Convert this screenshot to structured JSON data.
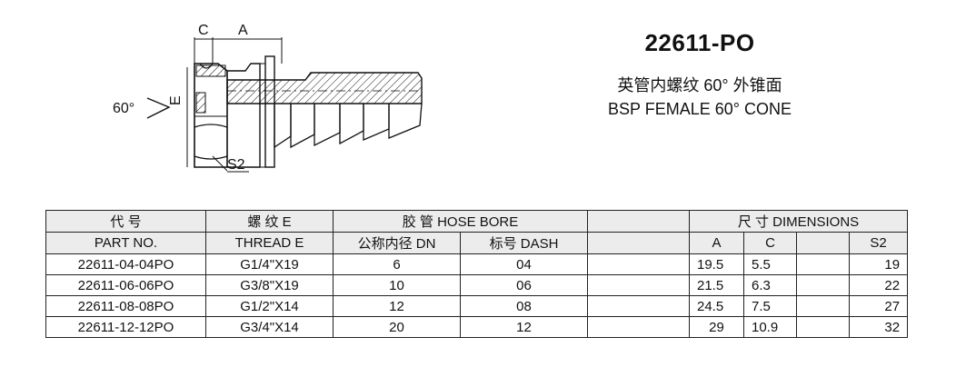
{
  "drawing": {
    "dim_c": "C",
    "dim_a": "A",
    "dim_e": "E",
    "dim_s2": "S2",
    "angle": "60°"
  },
  "header": {
    "part_title": "22611-PO",
    "subtitle_cn": "英管内螺纹 60° 外锥面",
    "subtitle_en": "BSP FEMALE 60° CONE"
  },
  "table": {
    "head1": {
      "part": "代  号",
      "thread": "螺  纹 E",
      "hose": "胶  管  HOSE BORE",
      "dimensions": "尺 寸  DIMENSIONS"
    },
    "head2": {
      "part": "PART NO.",
      "thread": "THREAD  E",
      "dn": "公称内径 DN",
      "dash": "标号 DASH",
      "a": "A",
      "c": "C",
      "s2": "S2"
    },
    "rows": [
      {
        "part": "22611-04-04PO",
        "thread": "G1/4\"X19",
        "dn": "6",
        "dash": "04",
        "a": "19.5",
        "c": "5.5",
        "s2": "19"
      },
      {
        "part": "22611-06-06PO",
        "thread": "G3/8\"X19",
        "dn": "10",
        "dash": "06",
        "a": "21.5",
        "c": "6.3",
        "s2": "22"
      },
      {
        "part": "22611-08-08PO",
        "thread": "G1/2\"X14",
        "dn": "12",
        "dash": "08",
        "a": "24.5",
        "c": "7.5",
        "s2": "27"
      },
      {
        "part": "22611-12-12PO",
        "thread": "G3/4\"X14",
        "dn": "20",
        "dash": "12",
        "a": "29",
        "c": "10.9",
        "s2": "32"
      }
    ]
  }
}
